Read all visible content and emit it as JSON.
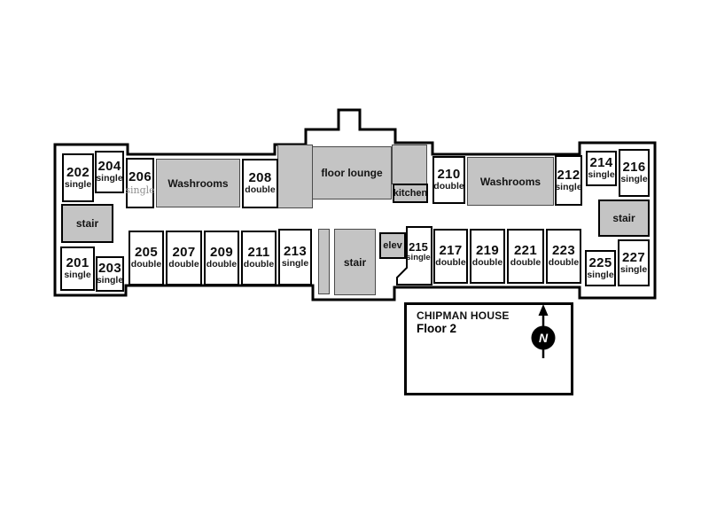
{
  "legend": {
    "house": "CHIPMAN HOUSE",
    "floor": "Floor 2"
  },
  "compass": {
    "label": "N"
  },
  "colors": {
    "area_fill": "#c4c4c4",
    "wall": "#000000",
    "room_fill": "#ffffff"
  },
  "areas": {
    "washrooms_left": "Washrooms",
    "washrooms_right": "Washrooms",
    "floor_lounge": "floor lounge",
    "kitchen": "kitchen",
    "stair_left": "stair",
    "stair_center": "stair",
    "stair_right": "stair",
    "elevator": "elev"
  },
  "rooms": [
    {
      "number": "202",
      "type": "single"
    },
    {
      "number": "204",
      "type": "single"
    },
    {
      "number": "206",
      "type": "single"
    },
    {
      "number": "208",
      "type": "double"
    },
    {
      "number": "210",
      "type": "double"
    },
    {
      "number": "212",
      "type": "single"
    },
    {
      "number": "214",
      "type": "single"
    },
    {
      "number": "216",
      "type": "single"
    },
    {
      "number": "201",
      "type": "single"
    },
    {
      "number": "203",
      "type": "single"
    },
    {
      "number": "205",
      "type": "double"
    },
    {
      "number": "207",
      "type": "double"
    },
    {
      "number": "209",
      "type": "double"
    },
    {
      "number": "211",
      "type": "double"
    },
    {
      "number": "213",
      "type": "single"
    },
    {
      "number": "215",
      "type": "single"
    },
    {
      "number": "217",
      "type": "double"
    },
    {
      "number": "219",
      "type": "double"
    },
    {
      "number": "221",
      "type": "double"
    },
    {
      "number": "223",
      "type": "double"
    },
    {
      "number": "225",
      "type": "single"
    },
    {
      "number": "227",
      "type": "single"
    }
  ]
}
